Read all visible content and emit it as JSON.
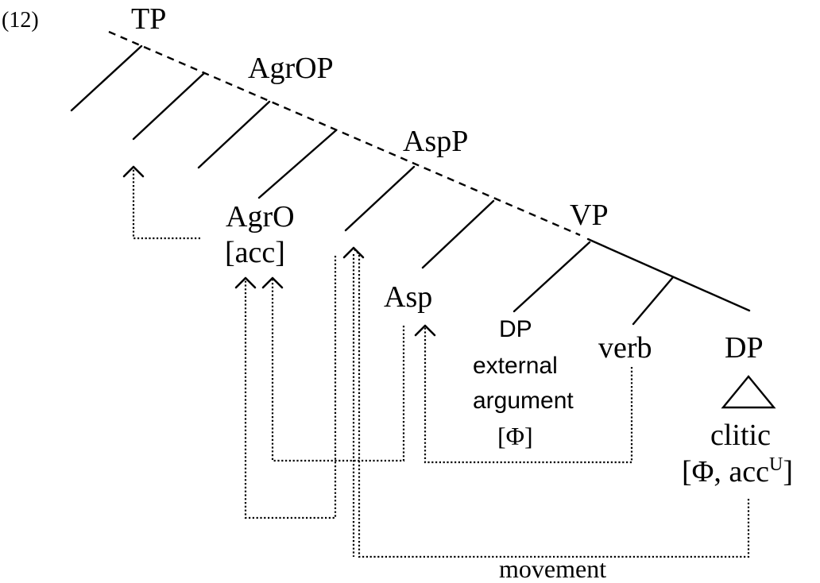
{
  "example_number": "(12)",
  "nodes": {
    "tp": "TP",
    "agrop": "AgrOP",
    "aspp": "AspP",
    "vp": "VP",
    "agro_head": "AgrO",
    "agro_feature": "[acc]",
    "asp_head": "Asp",
    "external_dp": "DP",
    "external_line1": "external",
    "external_line2": "argument",
    "external_feature": "[Φ]",
    "verb": "verb",
    "object_dp": "DP",
    "clitic": "clitic",
    "clitic_feature_main": "[Φ, acc",
    "clitic_feature_sup": "U",
    "clitic_feature_close": "]"
  },
  "caption": "movement",
  "colors": {
    "ink": "#000000",
    "background": "#ffffff"
  }
}
